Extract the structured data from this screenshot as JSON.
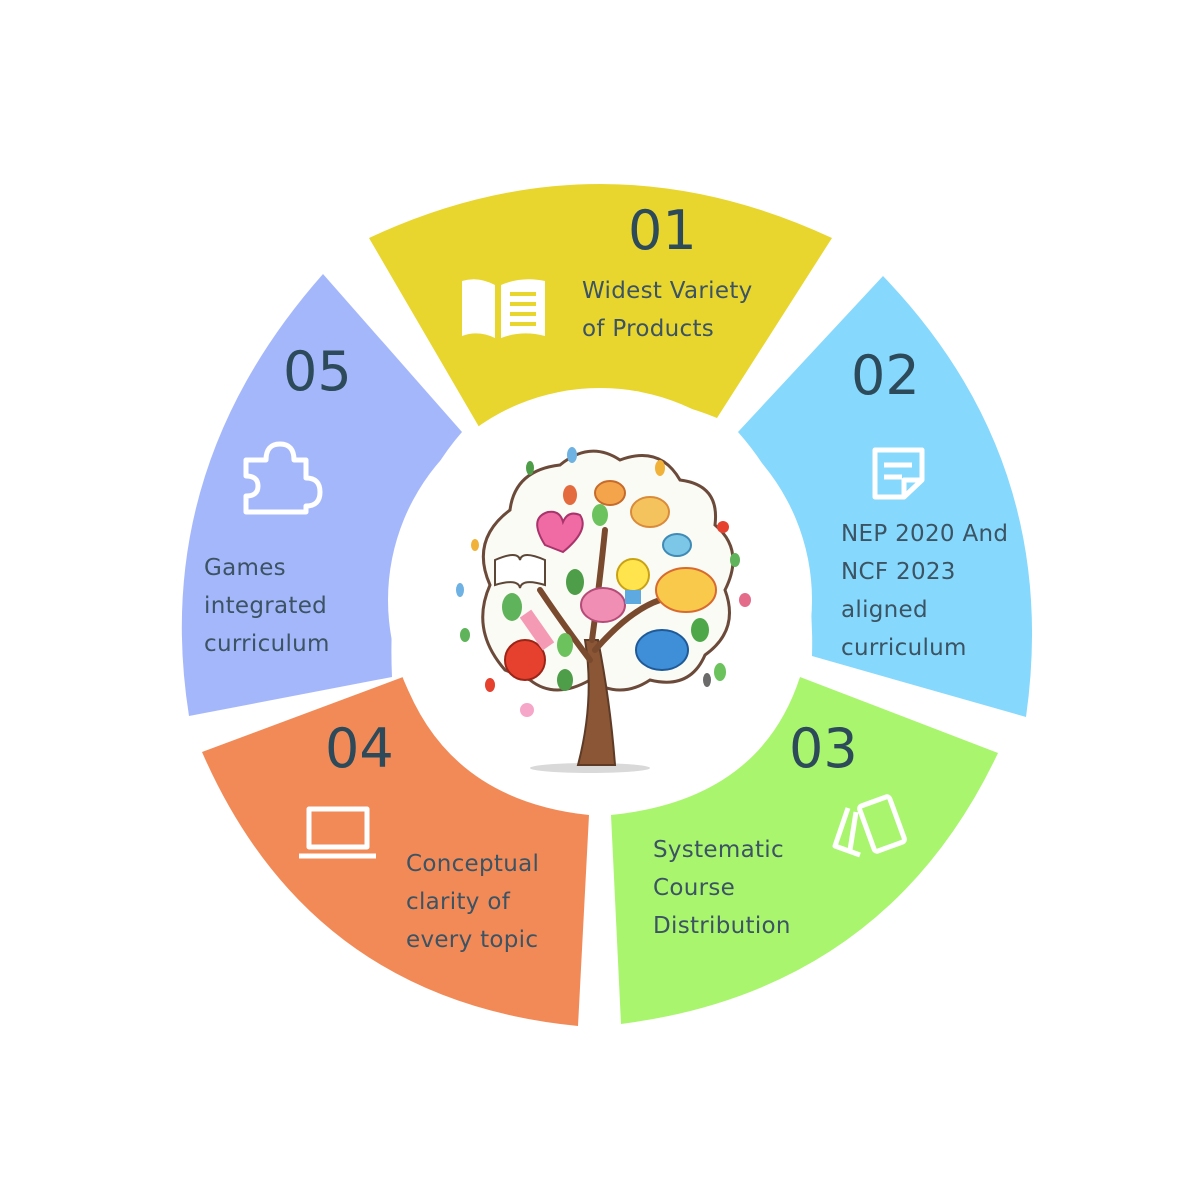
{
  "segments": [
    {
      "number": "01",
      "lines": [
        "Widest Variety",
        "of Products"
      ],
      "icon": "book-icon",
      "color": "#e8d62f"
    },
    {
      "number": "02",
      "lines": [
        "NEP 2020 And",
        "NCF 2023",
        "aligned",
        "curriculum"
      ],
      "icon": "note-icon",
      "color": "#86d8fc"
    },
    {
      "number": "03",
      "lines": [
        "Systematic",
        "Course",
        "Distribution"
      ],
      "icon": "cards-icon",
      "color": "#a9f56e"
    },
    {
      "number": "04",
      "lines": [
        "Conceptual",
        "clarity of",
        "every topic"
      ],
      "icon": "laptop-icon",
      "color": "#f28a58"
    },
    {
      "number": "05",
      "lines": [
        "Games",
        "integrated",
        "curriculum"
      ],
      "icon": "puzzle-icon",
      "color": "#a5b7fb"
    }
  ],
  "center": {
    "icon": "knowledge-tree-icon"
  }
}
